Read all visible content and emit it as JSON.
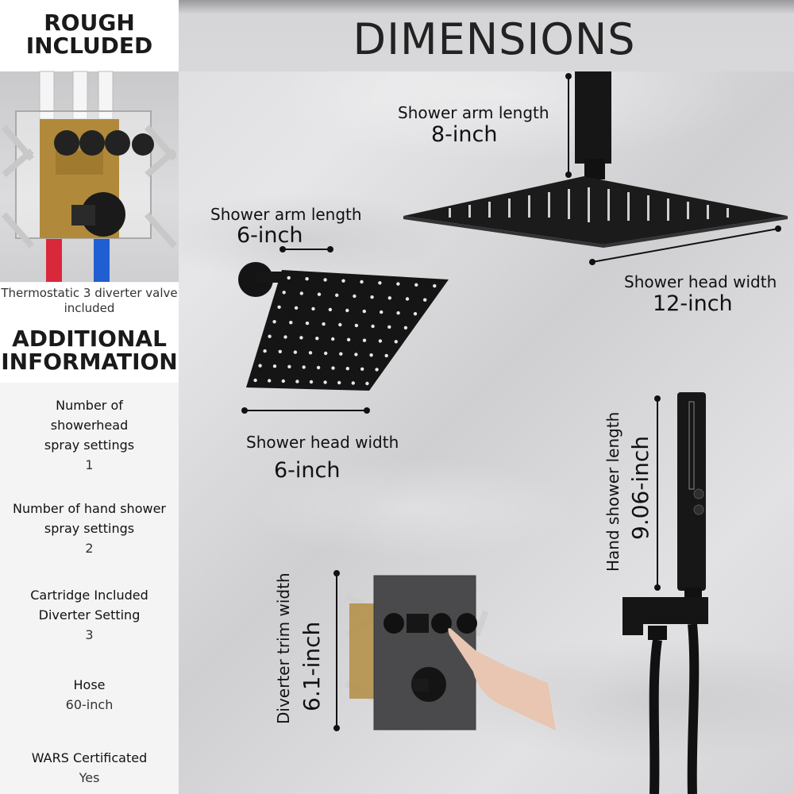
{
  "header": {
    "title": "DIMENSIONS"
  },
  "left_panel": {
    "rough_title": "ROUGH INCLUDED",
    "valve_caption": "Thermostatic 3 diverter valve included",
    "additional_title": "ADDITIONAL INFORMATION",
    "specs": [
      {
        "label": "Number of showerhead spray settings",
        "value": "1"
      },
      {
        "label": "Number of hand shower spray settings",
        "value": "2"
      },
      {
        "label": "Cartridge Included Diverter Setting",
        "value": "3"
      },
      {
        "label": "Hose",
        "value": "60-inch"
      },
      {
        "label": "WARS Certificated",
        "value": "Yes"
      }
    ]
  },
  "dimensions": {
    "large_arm": {
      "label": "Shower arm length",
      "value": "8-inch"
    },
    "large_head": {
      "label": "Shower head width",
      "value": "12-inch"
    },
    "small_arm": {
      "label": "Shower arm length",
      "value": "6-inch"
    },
    "small_head": {
      "label": "Shower head width",
      "value": "6-inch"
    },
    "hand_shower": {
      "label": "Hand shower length",
      "value": "9.06-inch"
    },
    "diverter_trim": {
      "label": "Diverter trim width",
      "value": "6.1-inch"
    }
  }
}
